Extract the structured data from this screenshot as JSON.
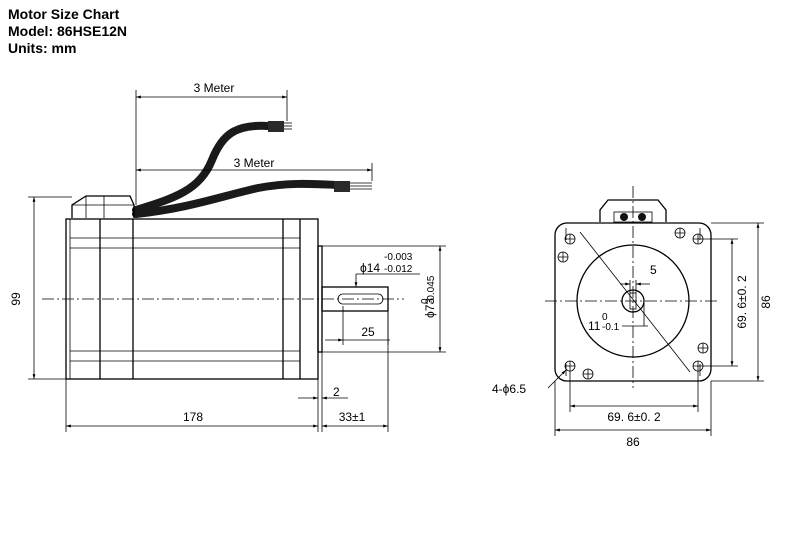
{
  "header": {
    "title": "Motor Size Chart",
    "model": "Model: 86HSE12N",
    "units": "Units: mm"
  },
  "side_view": {
    "cable_top_length": "3 Meter",
    "cable_bottom_length": "3 Meter",
    "height": "99",
    "shaft_dia": "ϕ14",
    "shaft_tol_upper": "-0.003",
    "shaft_tol_lower": "-0.012",
    "pilot_dia": "ϕ73",
    "pilot_tol_upper": "0",
    "pilot_tol_lower": "-0.045",
    "key_length": "25",
    "flange_thickness": "2",
    "body_length": "178",
    "shaft_length": "33±1"
  },
  "front_view": {
    "key_width": "5",
    "flat_depth": "11",
    "flat_tol_upper": "0",
    "flat_tol_lower": "-0.1",
    "hole_spec": "4-ϕ6.5",
    "hole_pitch_vertical": "69. 6±0. 2",
    "frame_vertical": "86",
    "hole_pitch_horizontal": "69. 6±0. 2",
    "frame_horizontal": "86"
  }
}
